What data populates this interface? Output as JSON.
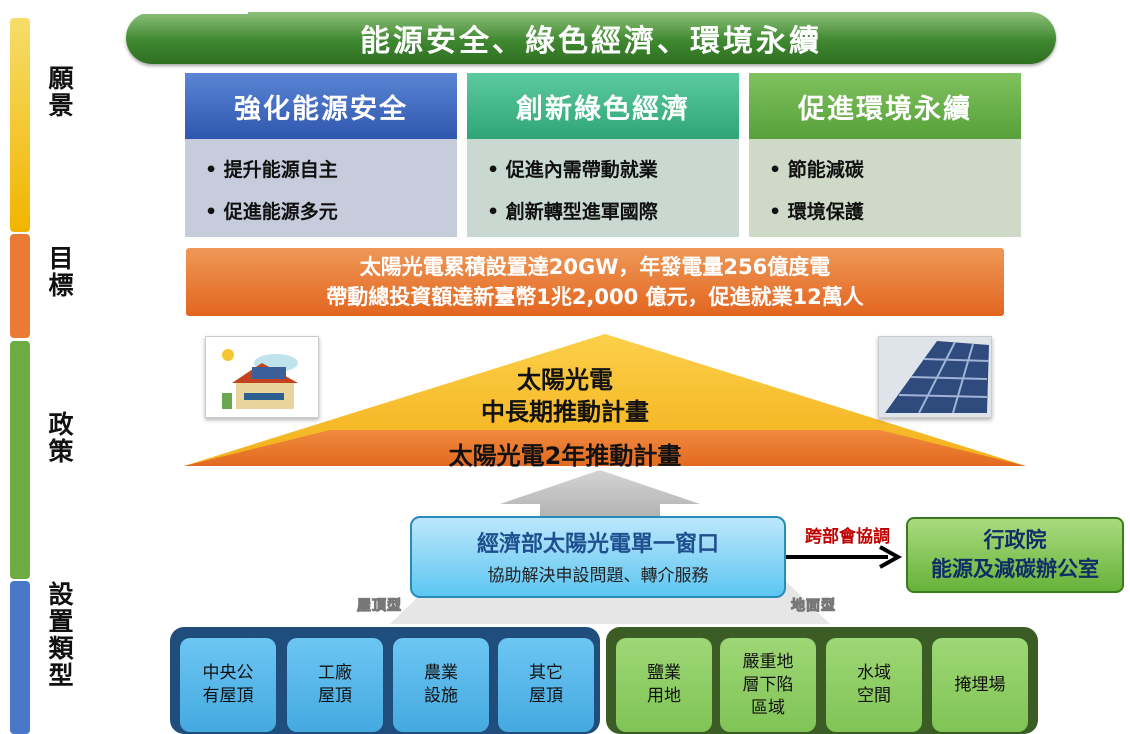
{
  "side_labels": {
    "vision": "願景",
    "goal": "目標",
    "policy": "政策",
    "site_types": "設置類型"
  },
  "banner": "能源安全、綠色經濟、環境永續",
  "goals": [
    {
      "title": "強化能源安全",
      "items": [
        "提升能源自主",
        "促進能源多元"
      ],
      "color": "#3a64c0"
    },
    {
      "title": "創新綠色經濟",
      "items": [
        "促進內需帶動就業",
        "創新轉型進軍國際"
      ],
      "color": "#3cb489"
    },
    {
      "title": "促進環境永續",
      "items": [
        "節能減碳",
        "環境保護"
      ],
      "color": "#66ab48"
    }
  ],
  "target": {
    "line1": "太陽光電累積設置達20GW，年發電量256億度電",
    "line2": "帶動總投資額達新臺幣1兆2,000 億元，促進就業12萬人"
  },
  "policy": {
    "top_line1": "太陽光電",
    "top_line2": "中長期推動計畫",
    "bottom": "太陽光電2年推動計畫"
  },
  "window": {
    "title": "經濟部太陽光電單一窗口",
    "subtitle": "協助解決申設問題、轉介服務"
  },
  "coordination_label": "跨部會協調",
  "office": {
    "line1": "行政院",
    "line2": "能源及減碳辦公室"
  },
  "type_labels": {
    "roof": "屋頂型",
    "ground": "地面型"
  },
  "roof_sites": [
    "中央公\n有屋頂",
    "工廠\n屋頂",
    "農業\n設施",
    "其它\n屋頂"
  ],
  "ground_sites": [
    "鹽業\n用地",
    "嚴重地\n層下陷\n區域",
    "水域\n空間",
    "掩埋場"
  ]
}
